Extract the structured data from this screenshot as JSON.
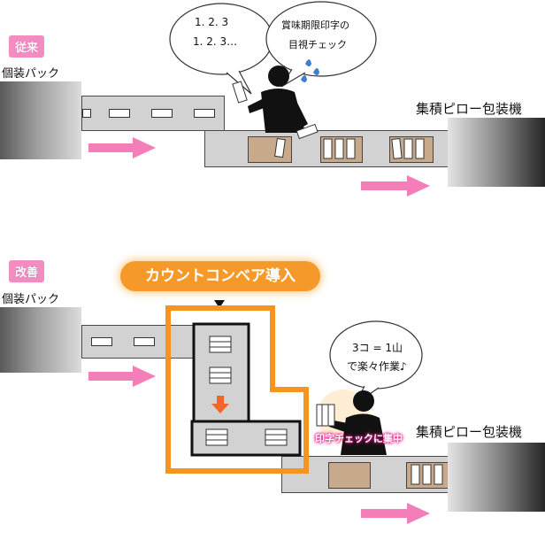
{
  "before": {
    "tag": "従来",
    "left_label": "個装パック",
    "right_label": "集積ピロー包装機",
    "bubble1_line1": "1. 2. 3",
    "bubble1_line2": "1. 2. 3…",
    "bubble2_line1": "賞味期限印字の",
    "bubble2_line2": "目視チェック"
  },
  "after": {
    "tag": "改善",
    "left_label": "個装パック",
    "right_label": "集積ピロー包装機",
    "banner": "カウントコンベア導入",
    "bubble_line1": "3コ = 1山",
    "bubble_line2": "で楽々作業♪",
    "focus_label": "印字チェックに集中"
  },
  "colors": {
    "tag_pink": "#f38cc2",
    "arrow_pink": "#f47fb8",
    "orange": "#f5951f",
    "arrow_orange": "#f2662a"
  }
}
